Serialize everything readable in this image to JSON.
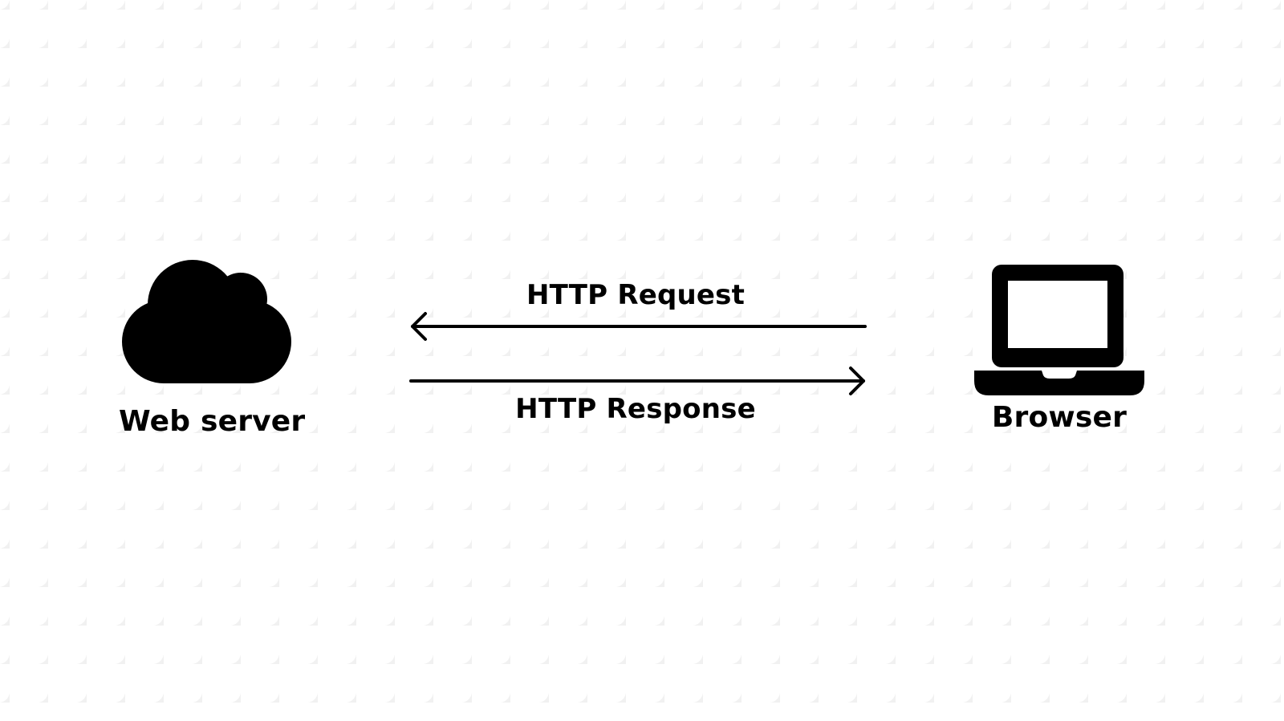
{
  "diagram": {
    "nodes": [
      {
        "id": "server",
        "label": "Web server",
        "icon": "cloud-icon"
      },
      {
        "id": "browser",
        "label": "Browser",
        "icon": "laptop-icon"
      }
    ],
    "edges": [
      {
        "from": "browser",
        "to": "server",
        "label": "HTTP Request"
      },
      {
        "from": "server",
        "to": "browser",
        "label": "HTTP Response"
      }
    ]
  },
  "colors": {
    "background": "#ffffff",
    "foreground": "#000000",
    "pattern": "#f2f2f2"
  }
}
